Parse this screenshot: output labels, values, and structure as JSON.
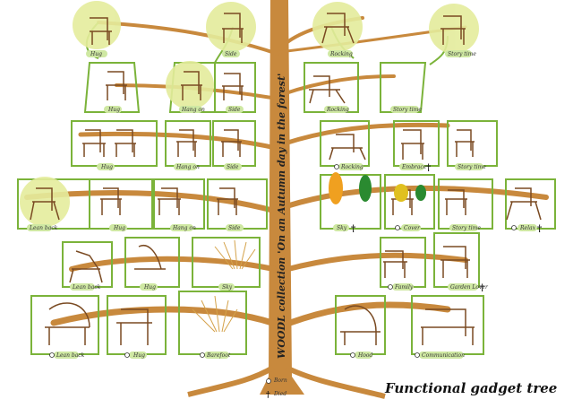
{
  "title": "Functional gadget tree",
  "trunk_caption": "WOODL collection 'On an Autumn day in the forest'",
  "legend": {
    "born": "Born",
    "died": "Died"
  },
  "labels": {
    "r1": [
      "Hug",
      "Side",
      "Rocking",
      "Story time"
    ],
    "r2": [
      "Hug",
      "Hang on",
      "Side",
      "Rocking",
      "Story time"
    ],
    "r3": [
      "Hug",
      "Hang on",
      "Side",
      "Rocking",
      "Embrace",
      "Story time"
    ],
    "r4": [
      "Lean back",
      "Hug",
      "Hang on",
      "Side",
      "Sky",
      "Cover",
      "Story time",
      "Relax"
    ],
    "r5": [
      "Lean back",
      "Hug",
      "Sky",
      "Family",
      "Garden Lover"
    ],
    "r6": [
      "Lean back",
      "Hug",
      "Barefoot",
      "Hood",
      "Communication"
    ]
  },
  "colors": {
    "trunk": "#c8893d",
    "branch": "#7bb33a",
    "highlight": "#e4ec9c",
    "label_bg": "#cfe8a3"
  }
}
